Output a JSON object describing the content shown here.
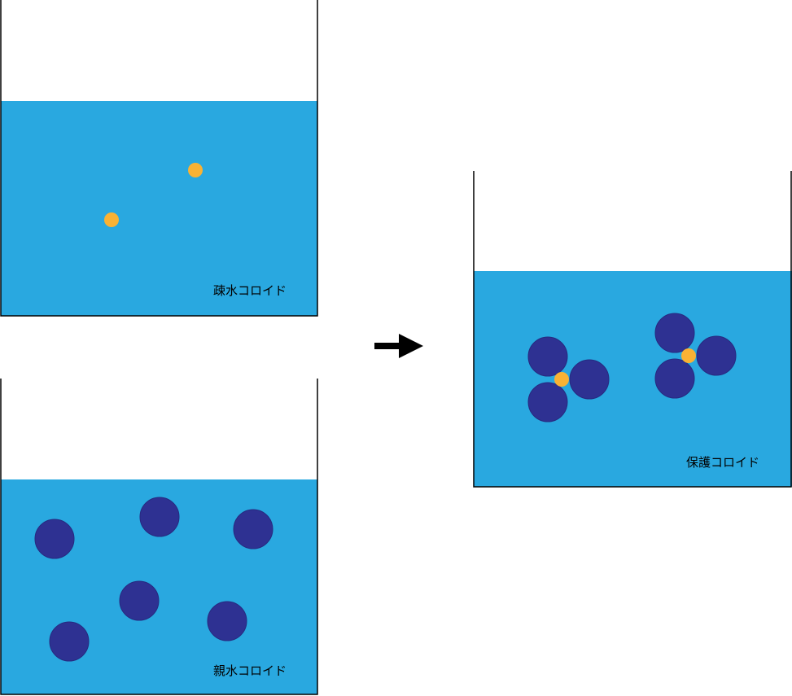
{
  "colors": {
    "water": "#29a8e0",
    "beaker_outline": "#000000",
    "hydrophobic_particle": "#f9b234",
    "hydrophilic_particle": "#2e3192",
    "hydrophilic_particle_edge": "#262a80",
    "arrow": "#000000"
  },
  "labels": {
    "hydrophobic": "疎水コロイド",
    "hydrophilic": "親水コロイド",
    "protective": "保護コロイド"
  },
  "icons": {
    "arrow": "right-arrow-icon"
  }
}
